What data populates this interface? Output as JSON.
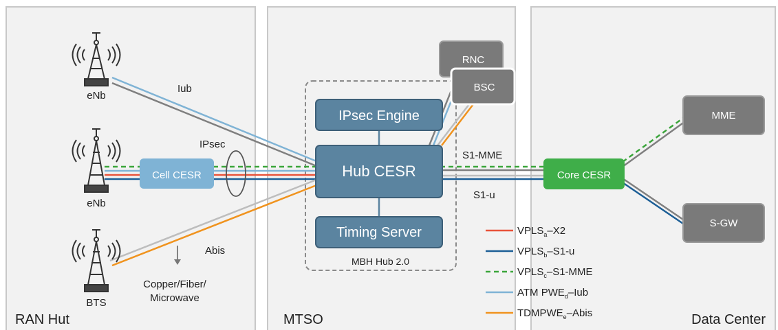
{
  "panels": {
    "ran": "RAN Hut",
    "mtso": "MTSO",
    "dc": "Data Center"
  },
  "sites": {
    "enb_top": "eNb",
    "enb_mid": "eNb",
    "bts": "BTS"
  },
  "link_labels": {
    "iub": "Iub",
    "ipsec": "IPsec",
    "abis": "Abis",
    "s1_mme": "S1-MME",
    "s1_u": "S1-u",
    "media_line1": "Copper/Fiber/",
    "media_line2": "Microwave"
  },
  "nodes": {
    "cell_cesr": "Cell CESR",
    "ipsec_engine": "IPsec Engine",
    "hub_cesr": "Hub CESR",
    "timing_server": "Timing Server",
    "mbh_hub": "MBH Hub 2.0",
    "rnc": "RNC",
    "bsc": "BSC",
    "core_cesr": "Core CESR",
    "mme": "MME",
    "sgw": "S-GW"
  },
  "legend": [
    {
      "base": "VPLS",
      "sub": "a",
      "rest": "–X2",
      "color": "#e8533a",
      "style": "solid"
    },
    {
      "base": "VPLS",
      "sub": "b",
      "rest": "–S1-u",
      "color": "#1b5e96",
      "style": "solid"
    },
    {
      "base": "VPLS",
      "sub": "c",
      "rest": "–S1-MME",
      "color": "#3aa53a",
      "style": "dashed"
    },
    {
      "base": "ATM PWE",
      "sub": "d",
      "rest": "–Iub",
      "color": "#7fb3d5",
      "style": "solid"
    },
    {
      "base": "TDMPWE",
      "sub": "e",
      "rest": "–Abis",
      "color": "#f0931e",
      "style": "solid"
    }
  ],
  "colors": {
    "panel_bg": "#f2f2f2",
    "node_blue": "#5b84a0",
    "node_light_blue": "#7fb3d5",
    "node_gray": "#7a7a7a",
    "node_green": "#3fae49",
    "link_gray": "#7f7f7f",
    "link_light_gray": "#bdbdbd"
  }
}
